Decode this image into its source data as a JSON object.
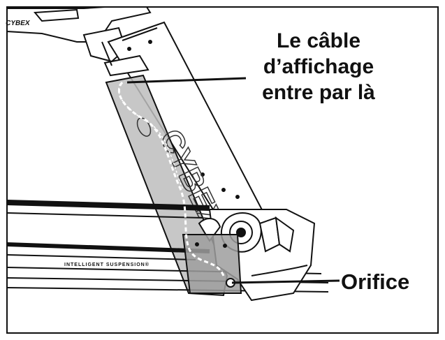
{
  "callouts": {
    "cable": {
      "lines": [
        "Le câble",
        "d’affichage",
        "entre par là"
      ]
    },
    "orifice": {
      "text": "Orifice"
    }
  },
  "console_brand_text": "CYBEX",
  "deck_label_text": "INTELLIGENT SUSPENSION®",
  "colors": {
    "ink": "#111111",
    "upright_fill": "#bdbdbd",
    "panel_fill": "#9e9e9e",
    "background": "#ffffff"
  }
}
